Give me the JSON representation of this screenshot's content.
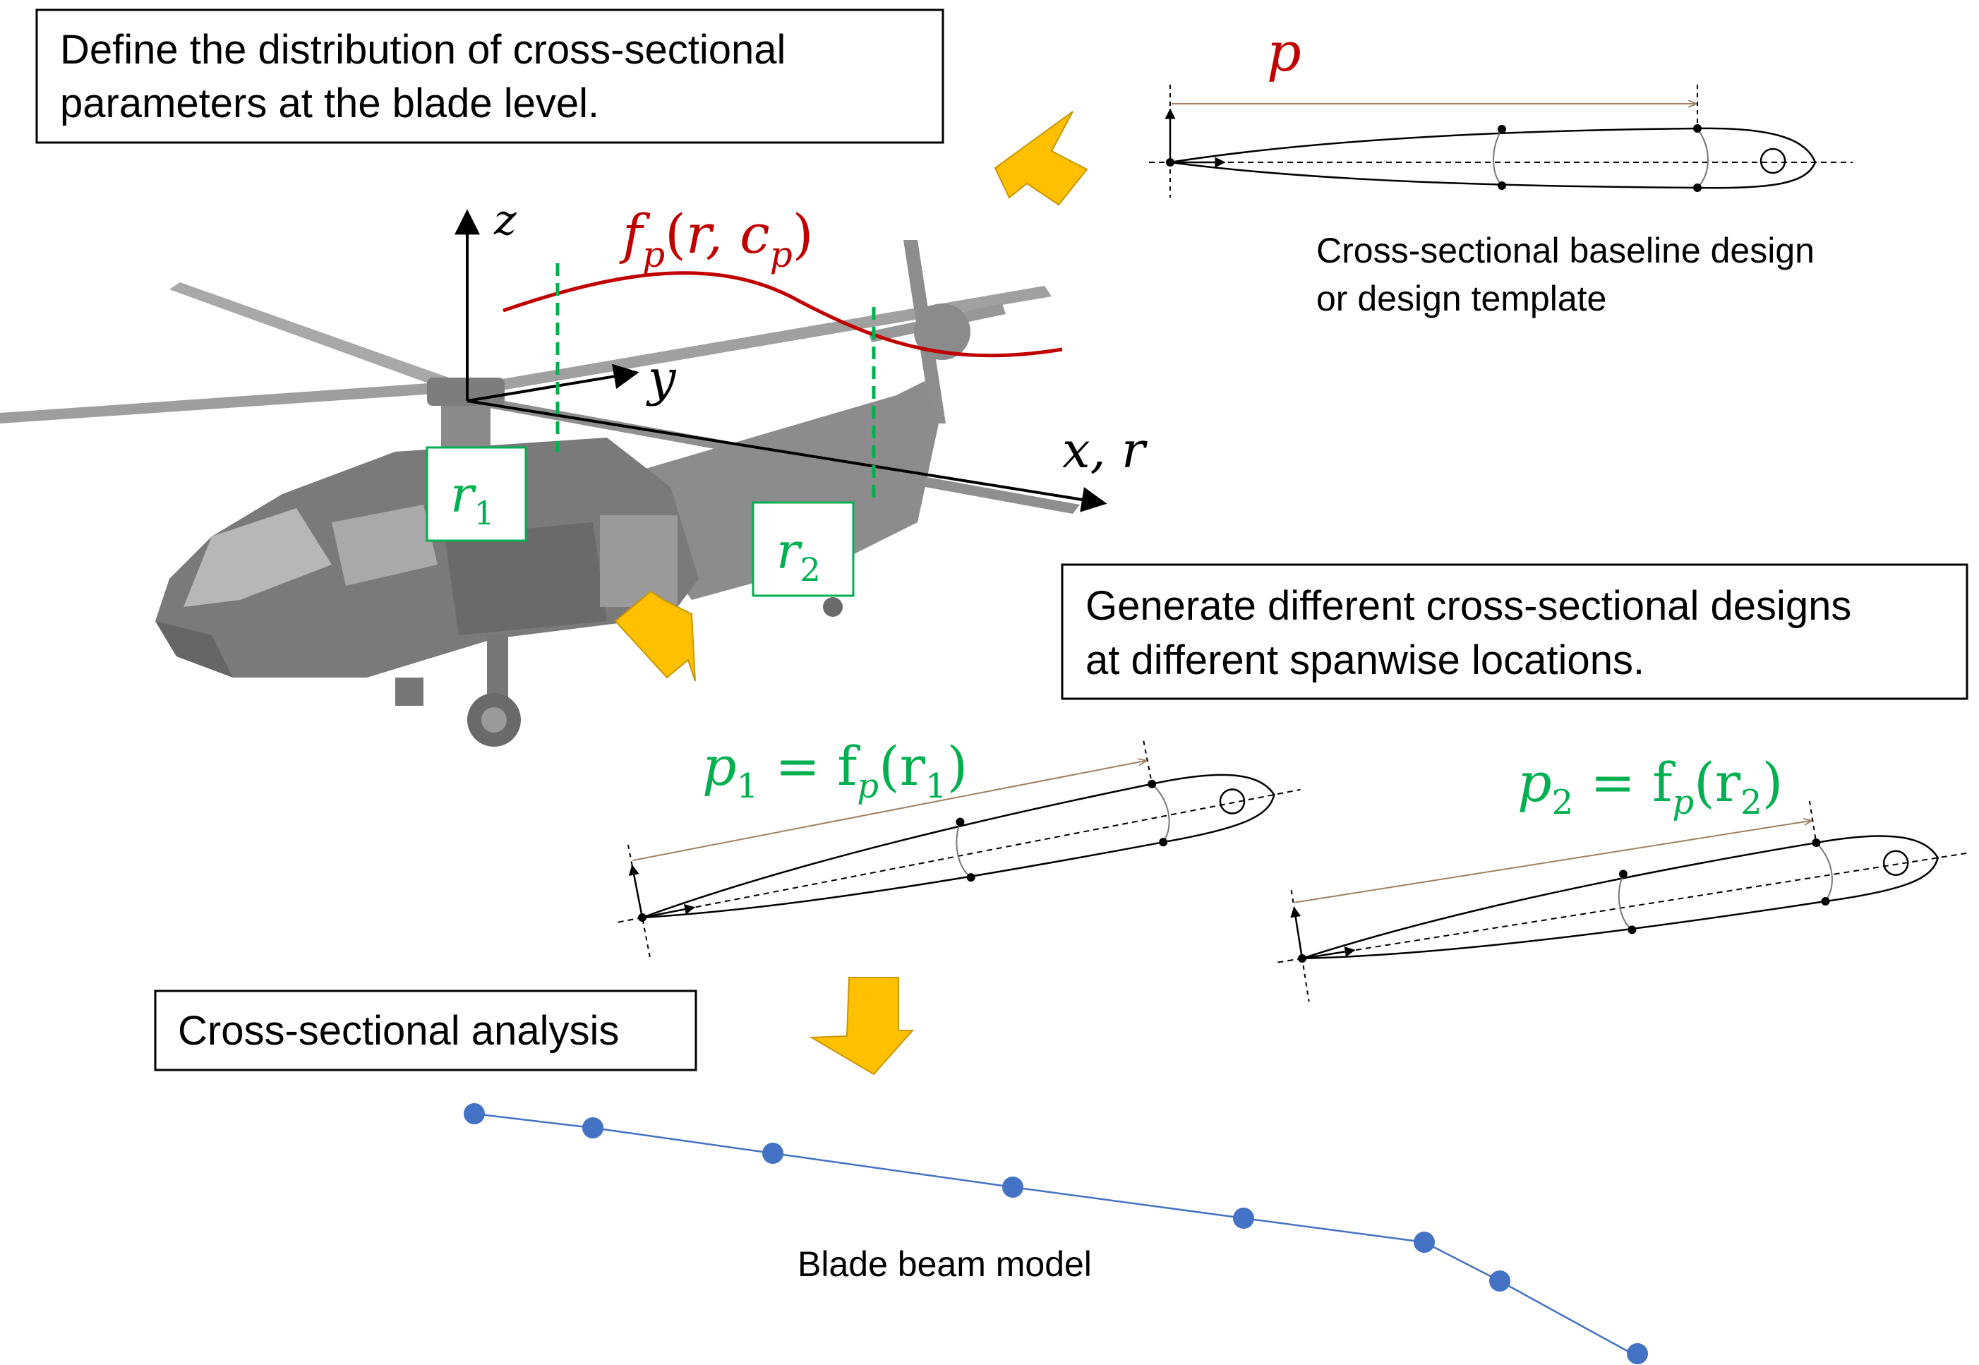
{
  "step_boxes": {
    "define": {
      "line1": "Define the distribution of cross-sectional",
      "line2": "parameters at the blade level."
    },
    "generate": {
      "line1": "Generate different cross-sectional designs",
      "line2": "at different spanwise locations."
    },
    "analysis": {
      "label": "Cross-sectional analysis"
    }
  },
  "captions": {
    "baseline_line1": "Cross-sectional baseline design",
    "baseline_line2": "or design template",
    "beam_model": "Blade beam model"
  },
  "math_labels": {
    "p": "p",
    "f": "f",
    "f_sub": "p",
    "f_args_open": "(r, c",
    "f_args_sub": "p",
    "f_args_close": ")",
    "z_axis": "z",
    "y_axis": "y",
    "xr_axis": "x, r",
    "r": "r",
    "r1_sub": "1",
    "r2_sub": "2",
    "p1_main": "p",
    "p1_sub": "1",
    "p1_eq": " = f",
    "p1_fsub": "p",
    "p1_arg": "(r",
    "p1_argsub": "1",
    "p1_close": ")",
    "p2_main": "p",
    "p2_sub": "2",
    "p2_eq": " = f",
    "p2_fsub": "p",
    "p2_arg": "(r",
    "p2_argsub": "2",
    "p2_close": ")"
  },
  "colors": {
    "curve_red": "#c00000",
    "green": "#00b050",
    "arrow_orange": "#ffc000",
    "beam_blue": "#4472c4",
    "dim_line": "#a08060",
    "heli_gray": "#9a9a9a"
  }
}
